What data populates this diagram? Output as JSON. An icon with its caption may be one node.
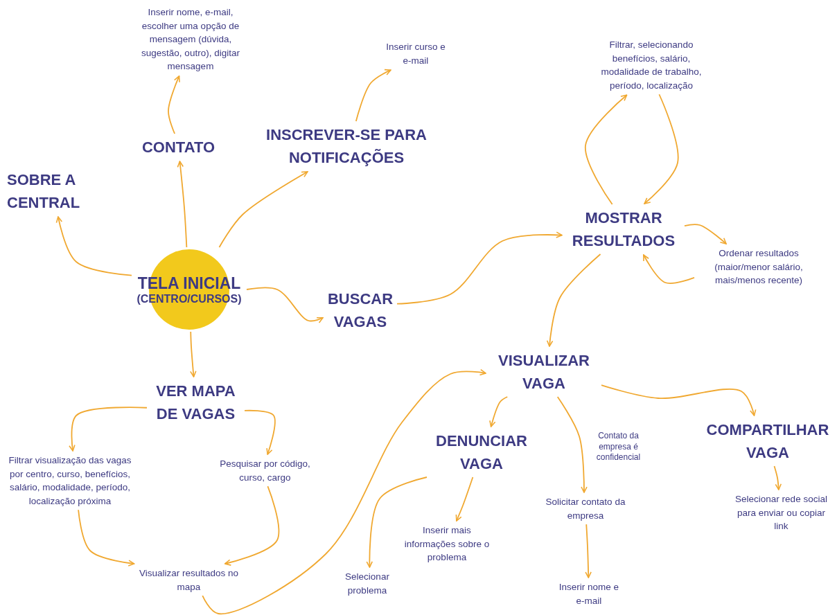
{
  "diagram": {
    "nodes": [
      {
        "text": [
          "TELA INICIAL",
          "(CENTRO/CURSOS)"
        ]
      },
      {
        "text": [
          "SOBRE A CENTRAL"
        ]
      },
      {
        "text": [
          "CONTATO"
        ]
      },
      {
        "text": [
          "Inserir nome, e-mail, escolher uma opção de mensagem (dúvida, sugestão, outro), digitar mensagem"
        ]
      },
      {
        "text": [
          "INSCREVER-SE PARA NOTIFICAÇÕES"
        ]
      },
      {
        "text": [
          "Inserir curso e e-mail"
        ]
      },
      {
        "text": [
          "BUSCAR VAGAS"
        ]
      },
      {
        "text": [
          "MOSTRAR RESULTADOS"
        ]
      },
      {
        "text": [
          "Filtrar, selecionando benefícios, salário, modalidade de trabalho, período, localização"
        ]
      },
      {
        "text": [
          "Ordenar resultados (maior/menor salário, mais/menos recente)"
        ]
      },
      {
        "text": [
          "VER MAPA DE VAGAS"
        ]
      },
      {
        "text": [
          "Filtrar visualização das vagas por centro, curso, benefícios, salário, modalidade, período, localização próxima"
        ]
      },
      {
        "text": [
          "Pesquisar por código, curso, cargo"
        ]
      },
      {
        "text": [
          "Visualizar resultados no mapa"
        ]
      },
      {
        "text": [
          "VISUALIZAR VAGA"
        ]
      },
      {
        "text": [
          "DENUNCIAR VAGA"
        ]
      },
      {
        "text": [
          "Inserir mais informações sobre o problema"
        ]
      },
      {
        "text": [
          "Selecionar problema"
        ]
      },
      {
        "text": [
          "Solicitar contato da empresa"
        ]
      },
      {
        "text": [
          "Inserir nome e e-mail"
        ]
      },
      {
        "text": [
          "COMPARTILHAR VAGA"
        ]
      },
      {
        "text": [
          "Selecionar rede social para enviar ou copiar link"
        ]
      }
    ],
    "edges": [
      {
        "from": 0,
        "to": 1,
        "arrow": "to"
      },
      {
        "from": 0,
        "to": 2,
        "arrow": "to"
      },
      {
        "from": 2,
        "to": 3,
        "arrow": "to"
      },
      {
        "from": 0,
        "to": 4,
        "arrow": "to"
      },
      {
        "from": 4,
        "to": 5,
        "arrow": "to"
      },
      {
        "from": 0,
        "to": 6,
        "arrow": "to"
      },
      {
        "from": 6,
        "to": 7,
        "arrow": "to"
      },
      {
        "from": 7,
        "to": 8,
        "arrow": "to"
      },
      {
        "from": 8,
        "to": 7,
        "arrow": "to"
      },
      {
        "from": 7,
        "to": 9,
        "arrow": "to"
      },
      {
        "from": 9,
        "to": 7,
        "arrow": "to"
      },
      {
        "from": 0,
        "to": 10,
        "arrow": "to"
      },
      {
        "from": 10,
        "to": 11,
        "arrow": "to"
      },
      {
        "from": 10,
        "to": 12,
        "arrow": "to"
      },
      {
        "from": 11,
        "to": 13,
        "arrow": "to"
      },
      {
        "from": 12,
        "to": 13,
        "arrow": "to"
      },
      {
        "from": 13,
        "to": 14,
        "arrow": "to"
      },
      {
        "from": 7,
        "to": 14,
        "arrow": "to"
      },
      {
        "from": 14,
        "to": 15,
        "arrow": "to"
      },
      {
        "from": 15,
        "to": 16,
        "arrow": "to"
      },
      {
        "from": 15,
        "to": 17,
        "arrow": "to"
      },
      {
        "from": 14,
        "to": 18,
        "arrow": "to",
        "label": "Contato da empresa é confidencial"
      },
      {
        "from": 18,
        "to": 19,
        "arrow": "to"
      },
      {
        "from": 14,
        "to": 20,
        "arrow": "to"
      },
      {
        "from": 20,
        "to": 21,
        "arrow": "to"
      }
    ]
  }
}
